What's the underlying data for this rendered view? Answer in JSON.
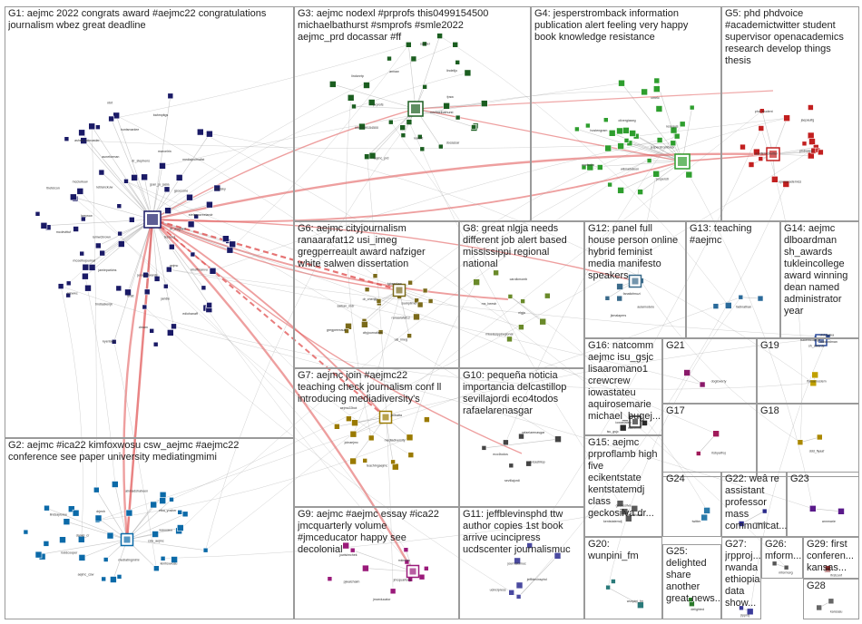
{
  "groups": [
    {
      "id": "G1",
      "label": "G1: aejmc 2022 congrats award #aejmc22 congratulations\njournalism wbez great deadline"
    },
    {
      "id": "G2",
      "label": "G2: aejmc #ica22 kimfoxwosu csw_aejmc #aejmc22\nconference see paper university mediatingmimi"
    },
    {
      "id": "G3",
      "label": "G3: aejmc nodexl #prprofs this0499154500\nmichaelbathurst #smprofs #smle2022\naejmc_prd docassar #ff"
    },
    {
      "id": "G4",
      "label": "G4: jesperstromback information\npublication alert feeling very happy\nbook knowledge resistance"
    },
    {
      "id": "G5",
      "label": "G5: phd phdvoice\n#academictwitter student\nsupervisor openacademics\nresearch develop things\nthesis"
    },
    {
      "id": "G6",
      "label": "G6: aejmc cityjournalism\nranaarafat12 usi_imeg\ngregperreault award nafziger\nwhite salwen dissertation"
    },
    {
      "id": "G7",
      "label": "G7: aejmc join #aejmc22\nteaching check journalism conf ll\nintroducing mediadiversity's"
    },
    {
      "id": "G8",
      "label": "G8: great nlgja needs\ndifferent job alert based\nmississippi regional\nnational"
    },
    {
      "id": "G9",
      "label": "G9: aejmc #aejmc essay #ica22\njmcquarterly volume\n#jmceducator happy see\ndecolonial"
    },
    {
      "id": "G10",
      "label": "G10: pequeña noticia\nimportancia delcastillop\nsevillajordi eco4todos\nrafaelarenasgar"
    },
    {
      "id": "G11",
      "label": "G11: jeffblevinsphd ttw\nauthor copies 1st book\narrive ucincipress\nucdscenter journalismuc"
    },
    {
      "id": "G12",
      "label": "G12: panel full\nhouse person online\nhybrid feminist\nmedia manifesto\nspeakers"
    },
    {
      "id": "G13",
      "label": "G13: teaching\n#aejmc"
    },
    {
      "id": "G14",
      "label": "G14: aejmc\ndlboardman\nsh_awards\ntukleincollege\naward winning\ndean named\nadministrator\nyear"
    },
    {
      "id": "G15",
      "label": "G15: aejmc\nprproflamb high\nfive\necikentstate\nkentstatemdj\nclass\ngeckosilva dr..."
    },
    {
      "id": "G16",
      "label": "G16: natcomm\naejmc isu_gsjc\nlisaaromano1\ncrewcrew\niowastateu\naquirosemarie\nmichael_bugej..."
    },
    {
      "id": "G17",
      "label": "G17"
    },
    {
      "id": "G18",
      "label": "G18"
    },
    {
      "id": "G19",
      "label": "G19"
    },
    {
      "id": "G20",
      "label": "G20:\nwunpini_fm"
    },
    {
      "id": "G21",
      "label": "G21"
    },
    {
      "id": "G22",
      "label": "G22: weâ re\nassistant\nprofessor\nmass\ncommunicat..."
    },
    {
      "id": "G23",
      "label": "G23"
    },
    {
      "id": "G24",
      "label": "G24"
    },
    {
      "id": "G25",
      "label": "G25:\ndelighted\nshare\nanother\ngreat news..."
    },
    {
      "id": "G26",
      "label": "G26:\nmform..."
    },
    {
      "id": "G27",
      "label": "G27:\njrpproj...\nrwanda\nethiopia\ndata\nshow..."
    },
    {
      "id": "G28",
      "label": "G28"
    },
    {
      "id": "G29",
      "label": "G29: first\nconferen...\nkansas..."
    }
  ],
  "node_labels": {
    "G1": [
      "tesreed",
      "khoffmanvu",
      "aejmc",
      "ediohanaff",
      "jaridle",
      "jena_edwards",
      "drnam",
      "bratt",
      "kyerlaver",
      "tmdlaskenjk",
      "jamieparkins",
      "jcswwc",
      "mcoelhojournal",
      "iamwcbrown",
      "mcdevittuf",
      "larryrow",
      "thefelcon",
      "mcclurkuw",
      "leblanckuw",
      "ashes_schroeder",
      "auneforman",
      "nbrt",
      "huntsmanlee",
      "dr_stephens",
      "bahmpitgs",
      "marcelrin",
      "jpan_jo_jasia",
      "mediajournalist",
      "gsoccone",
      "flaalsky",
      "stefanocreelandr",
      "dr_wagnerr"
    ],
    "G2": [
      "csw_aejmc",
      "kimfoxwosu",
      "mediatingmimi",
      "aejmc_csw",
      "roddcooper",
      "daniel_cr",
      "lindsayloree",
      "drjenh",
      "ahmadshaheen",
      "elka_yosher",
      "wauuaeo"
    ],
    "G3": [
      "michaelbathurst",
      "docassar",
      "nodexl",
      "aejmc_prd",
      "this0499154500",
      "prprofs",
      "lindonrtp",
      "annaw",
      "sadder",
      "lindelijo",
      "fpsw"
    ],
    "G4": [
      "jesperstromback",
      "jesperstr",
      "wilmarkdeon",
      "mmbolta",
      "hostengram",
      "olivergiaseg",
      "cmelc",
      "reseguis"
    ],
    "G5": [
      "phdvoice",
      "openacademics",
      "academictwitter",
      "phd_student",
      "jaepaulfg"
    ],
    "G6": [
      "ranaarafat12",
      "usi_imeg",
      "cityjournalism",
      "gregperreault",
      "saiban_mdr",
      "dr_chenjip",
      "lgbsenlaw",
      "suekplimer"
    ],
    "G7": [
      "mediadiversity",
      "teachingaejmc",
      "joinaejmc",
      "aejmc22bot",
      "jeilbatta"
    ],
    "G8": [
      "nlgja",
      "mississippiregional",
      "ms_beesb",
      "carolkmomb"
    ],
    "G9": [
      "jmcquarterly",
      "jmceducator",
      "pjwalchaim",
      "jowlsimchek",
      "mkimfox"
    ],
    "G10": [
      "delcastillop",
      "sevillajordi",
      "eco4todos",
      "rafaelarenasgar"
    ],
    "G11": [
      "jeffblevinsphd",
      "ucincipress",
      "journalismuc"
    ],
    "G12": [
      "aulamodelo",
      "jkmalapers",
      "fanaticfmuzi"
    ],
    "G13": [
      "fadinathan"
    ],
    "G14": [
      "dlboardman",
      "sh_awards",
      "tukleincollege",
      "drdulyaka"
    ],
    "G15": [
      "prproflamb",
      "kentstatemdj",
      "geckosilva"
    ],
    "G16": [
      "natcomm",
      "isu_gsjc",
      "iowastateu"
    ],
    "G17": [
      "itsbyaifroj"
    ],
    "G18": [
      "ddd_flyaaf"
    ],
    "G19": [
      "flavoenoslem"
    ],
    "G20": [
      "wunpini_fm"
    ],
    "G21": [
      "dogtoverty"
    ],
    "G22": [
      "massprof"
    ],
    "G23": [
      "annmarie"
    ],
    "G24": [
      "twitter"
    ],
    "G25": [
      "delighted"
    ],
    "G26": [
      "mformorg"
    ],
    "G27": [
      "jrpproj"
    ],
    "G28": [
      "kansasu"
    ],
    "G29": [
      "firstconf"
    ]
  },
  "colors": {
    "G1": "#1a1a66",
    "G2": "#0b6aa8",
    "G3": "#1b5e20",
    "G4": "#2e9e2e",
    "G5": "#c21f1f",
    "G6": "#7a6a1a",
    "G7": "#9a7a00",
    "G8": "#6a8a2a",
    "G9": "#9a1a7a",
    "G10": "#444444",
    "G11": "#4a4aa0",
    "G12": "#3a6a8a",
    "G13": "#2a6a9a",
    "G14": "#2a4a9a",
    "G15": "#5a5a5a",
    "G16": "#2a2a2a",
    "G17": "#a01a5a",
    "G18": "#aa8800",
    "G19": "#c0a000",
    "G20": "#2a7a7a",
    "G21": "#8a1a6a",
    "G22": "#2a2a8a",
    "G23": "#5a1a8a",
    "G24": "#2a7aaa",
    "G25": "#2a7a2a",
    "G26": "#555555",
    "G27": "#3a3a9a",
    "G28": "#666666",
    "G29": "#8a2a2a",
    "edge_grey": "#9a9a9a",
    "edge_red": "#e05050"
  }
}
